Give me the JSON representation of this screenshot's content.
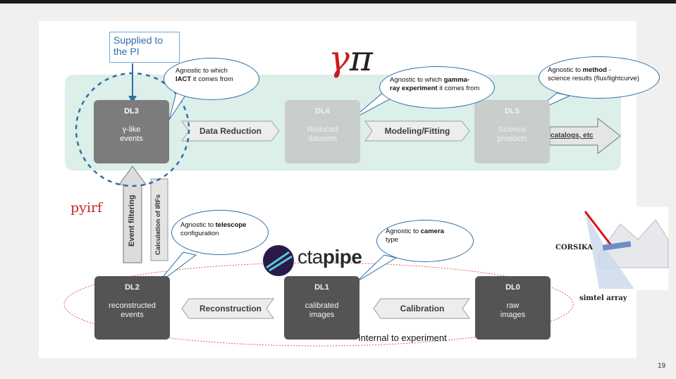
{
  "slide": {
    "page_number": "19",
    "supplied_box": "Supplied to\nthe PI",
    "gammapy_glyph_gamma": "γ",
    "gammapy_glyph_pi": "π",
    "pyirf_label": "pyirf",
    "ctapipe_prefix": "cta",
    "ctapipe_suffix": "pipe",
    "internal_label": "Internal to experiment",
    "corsika_label": "CORSIKA",
    "simtel_label": "simtel array",
    "vertical_labels": {
      "event_filtering": "Event filtering",
      "irfs": "Calculation of IRFs"
    }
  },
  "boxes": {
    "dl3": {
      "level": "DL3",
      "desc": "γ-like\nevents"
    },
    "dl4": {
      "level": "DL4",
      "desc": "Reduced\ndatasets"
    },
    "dl5": {
      "level": "DL5",
      "desc": "Science\nproducts"
    },
    "dl2": {
      "level": "DL2",
      "desc": "reconstructed\nevents"
    },
    "dl1": {
      "level": "DL1",
      "desc": "calibrated\nimages"
    },
    "dl0": {
      "level": "DL0",
      "desc": "raw\nimages"
    }
  },
  "arrows": {
    "data_reduction": "Data Reduction",
    "modeling_fitting": "Modeling/Fitting",
    "catalogs": "catalogs, etc",
    "reconstruction": "Reconstruction",
    "calibration": "Calibration"
  },
  "bubbles": {
    "iact": {
      "pre": "Agnostic to which",
      "bold": "IACT",
      "post": "it comes from"
    },
    "gamma": {
      "pre": "Agnostic to which",
      "bold1": "gamma-",
      "bold2": "ray experiment",
      "post": "it comes from"
    },
    "method": {
      "pre": "Agnostic to",
      "bold": "method",
      "post1": "-",
      "post2": "science results (flux/lightcurve)"
    },
    "telescope": {
      "pre": "Agnostic to",
      "bold": "telescope",
      "post": "configuration"
    },
    "camera": {
      "pre": "Agnostic to",
      "bold": "camera",
      "post": "type"
    }
  }
}
